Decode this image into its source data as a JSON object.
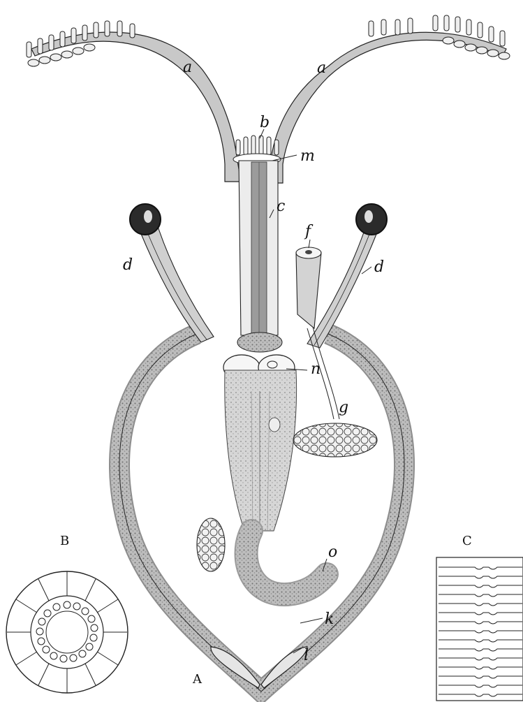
{
  "figure": {
    "panels": {
      "A": "A",
      "B": "B",
      "C": "C"
    },
    "labels": {
      "a_left": "a",
      "a_right": "a",
      "b": "b",
      "m": "m",
      "c": "c",
      "f": "f",
      "d_left": "d",
      "d_right": "d",
      "n": "n",
      "g": "g",
      "o": "o",
      "k": "k",
      "l": "l"
    },
    "colors": {
      "ink": "#222222",
      "tissue": "#9a9a9a",
      "tissue_light": "#c9c9c9",
      "eye": "#2b2b2b",
      "paper": "#ffffff"
    }
  }
}
